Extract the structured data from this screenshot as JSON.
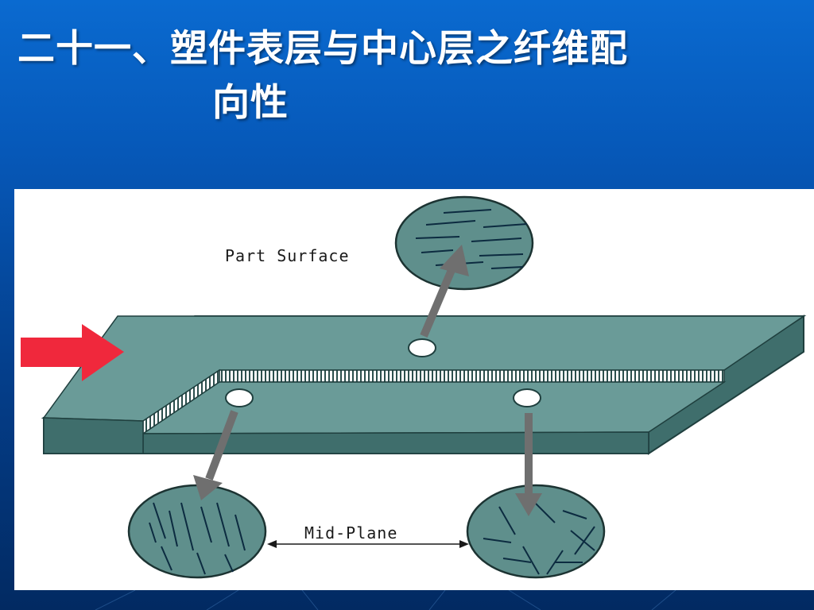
{
  "slide": {
    "title_line1": "二十一、塑件表层与中心层之纤维配",
    "title_line2": "向性"
  },
  "diagram": {
    "label_part_surface": "Part Surface",
    "label_mid_plane": "Mid-Plane"
  },
  "colors": {
    "slide_background": "#0658b8",
    "plate_top": "#6a9b98",
    "plate_side": "#3f6e6c",
    "flow_arrow": "#f0283c",
    "pointer_arrow": "#6f6f6f"
  },
  "icons": {
    "flow_direction": "red-right-arrow-icon"
  }
}
